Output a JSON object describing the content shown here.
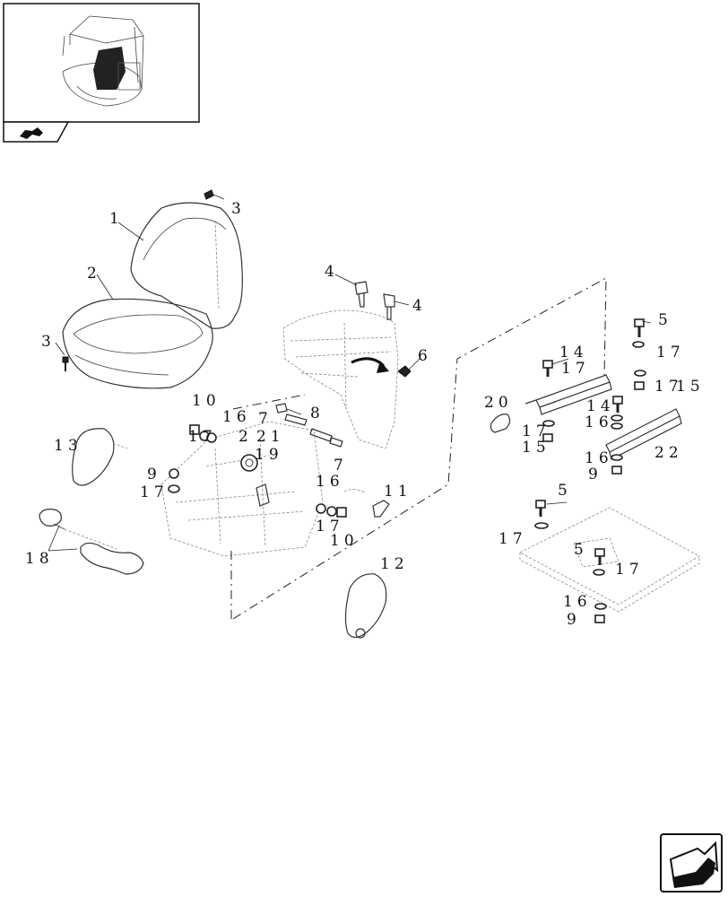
{
  "callouts": [
    {
      "id": "c-1",
      "text": "1"
    },
    {
      "id": "c-2a",
      "text": "2"
    },
    {
      "id": "c-3a",
      "text": "3"
    },
    {
      "id": "c-3b",
      "text": "3"
    },
    {
      "id": "c-4a",
      "text": "4"
    },
    {
      "id": "c-4b",
      "text": "4"
    },
    {
      "id": "c-6",
      "text": "6"
    },
    {
      "id": "c-10a",
      "text": "10"
    },
    {
      "id": "c-16a",
      "text": "16"
    },
    {
      "id": "c-7a",
      "text": "7"
    },
    {
      "id": "c-8",
      "text": "8"
    },
    {
      "id": "c-17a",
      "text": "17"
    },
    {
      "id": "c-21",
      "text": "21"
    },
    {
      "id": "c-2b",
      "text": "2"
    },
    {
      "id": "c-19",
      "text": "19"
    },
    {
      "id": "c-7b",
      "text": "7"
    },
    {
      "id": "c-13",
      "text": "13"
    },
    {
      "id": "c-9a",
      "text": "9"
    },
    {
      "id": "c-17b",
      "text": "17"
    },
    {
      "id": "c-16b",
      "text": "16"
    },
    {
      "id": "c-11",
      "text": "11"
    },
    {
      "id": "c-17c",
      "text": "17"
    },
    {
      "id": "c-10b",
      "text": "10"
    },
    {
      "id": "c-18",
      "text": "18"
    },
    {
      "id": "c-12",
      "text": "12"
    },
    {
      "id": "c-5a",
      "text": "5"
    },
    {
      "id": "c-14a",
      "text": "14"
    },
    {
      "id": "c-17d",
      "text": "17"
    },
    {
      "id": "c-17e",
      "text": "17"
    },
    {
      "id": "c-17f",
      "text": "17"
    },
    {
      "id": "c-15a",
      "text": "15"
    },
    {
      "id": "c-20",
      "text": "20"
    },
    {
      "id": "c-14b",
      "text": "14"
    },
    {
      "id": "c-17g",
      "text": "17"
    },
    {
      "id": "c-16c",
      "text": "16"
    },
    {
      "id": "c-15b",
      "text": "15"
    },
    {
      "id": "c-16d",
      "text": "16"
    },
    {
      "id": "c-22",
      "text": "22"
    },
    {
      "id": "c-9b",
      "text": "9"
    },
    {
      "id": "c-5b",
      "text": "5"
    },
    {
      "id": "c-17h",
      "text": "17"
    },
    {
      "id": "c-5c",
      "text": "5"
    },
    {
      "id": "c-17i",
      "text": "17"
    },
    {
      "id": "c-16e",
      "text": "16"
    },
    {
      "id": "c-9c",
      "text": "9"
    }
  ],
  "icons": {
    "top_left_tab": "tractor-view-icon",
    "bottom_right": "next-page-arrow-icon"
  }
}
